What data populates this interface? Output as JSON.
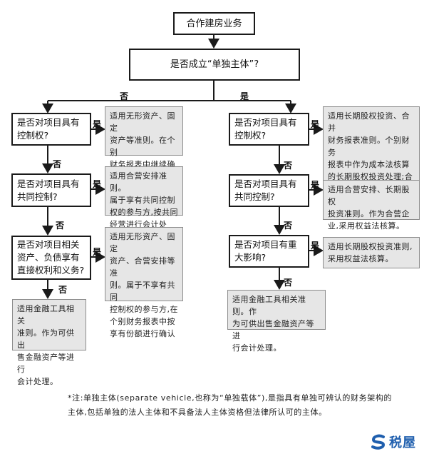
{
  "top": {
    "label": "合作建房业务"
  },
  "q_main": {
    "label": "是否成立“单独主体”?"
  },
  "yes": "是",
  "no": "否",
  "left": {
    "q1": "是否对项目具有控制权?",
    "note1": "适用无形资产、固定\n资产等准则。在个别\n财务报表中继续确\n认单项资产。",
    "q2": "是否对项目具有共同控制?",
    "note2": "适用合营安排准则。\n属于享有共同控制\n权的参与方,按共同\n经营进行会计处理。",
    "q3": "是否对项目相关资产、负债享有直接权利和义务?",
    "note3": "适用无形资产、固定\n资产、合营安排等准\n则。属于不享有共同\n控制权的参与方,在\n个别财务报表中按\n享有份额进行确认",
    "note4": "适用金融工具相关\n准则。作为可供出\n售金融资产等进行\n会计处理。"
  },
  "right": {
    "q1": "是否对项目具有控制权?",
    "note1": "适用长期股权投资、合并\n财务报表准则。个别财务\n报表中作为成本法核算\n的长期股权投资处理;合\n并报表作为子公司纳入\n合并范围。",
    "q2": "是否对项目具有共同控制?",
    "note2": "适用合营安排、长期股权\n投资准则。作为合营企\n业,采用权益法核算。",
    "q3": "是否对项目有重大影响?",
    "note3": "适用长期股权投资准则,\n采用权益法核算。",
    "note4": "适用金融工具相关准则。作\n为可供出售金融资产等进\n行会计处理。"
  },
  "footnote": "*注:单独主体(separate vehicle,也称为“单独载体”),是指具有单独可辨认的财务架构的主体,包括单独的法人主体和不具备法人主体资格但法律所认可的主体。",
  "logo": {
    "text": "税屋",
    "icon": "s-logo-icon",
    "color": "#1f5fae"
  }
}
